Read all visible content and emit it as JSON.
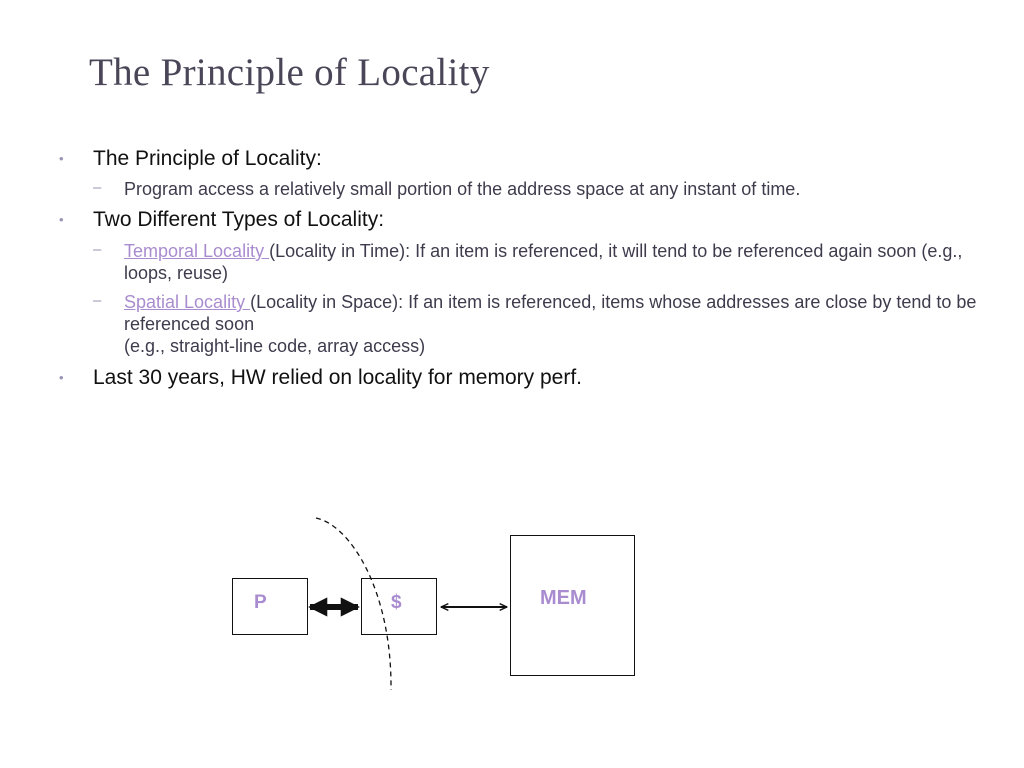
{
  "slide": {
    "title": "The Principle of Locality",
    "bullets": [
      {
        "text": "The Principle of Locality:"
      },
      {
        "text": "Program access a relatively small portion of the address space at any instant of time."
      },
      {
        "text": "Two Different Types of Locality:"
      },
      {
        "link": "Temporal Locality ",
        "text": "(Locality in Time): If an item is referenced, it will tend to be referenced again soon (e.g., loops, reuse)"
      },
      {
        "link": "Spatial Locality ",
        "text": "(Locality in Space): If an item is referenced, items whose addresses are close by tend to be referenced soon",
        "text2": "(e.g., straight-line code, array access)"
      },
      {
        "text": "Last 30 years, HW  relied on locality for memory perf."
      }
    ]
  },
  "diagram": {
    "processor_label": "P",
    "cache_label": "$",
    "memory_label": "MEM"
  },
  "colors": {
    "accent": "#a98cd0",
    "title": "#4a4658",
    "bullet_marker": "#9a93b3"
  }
}
